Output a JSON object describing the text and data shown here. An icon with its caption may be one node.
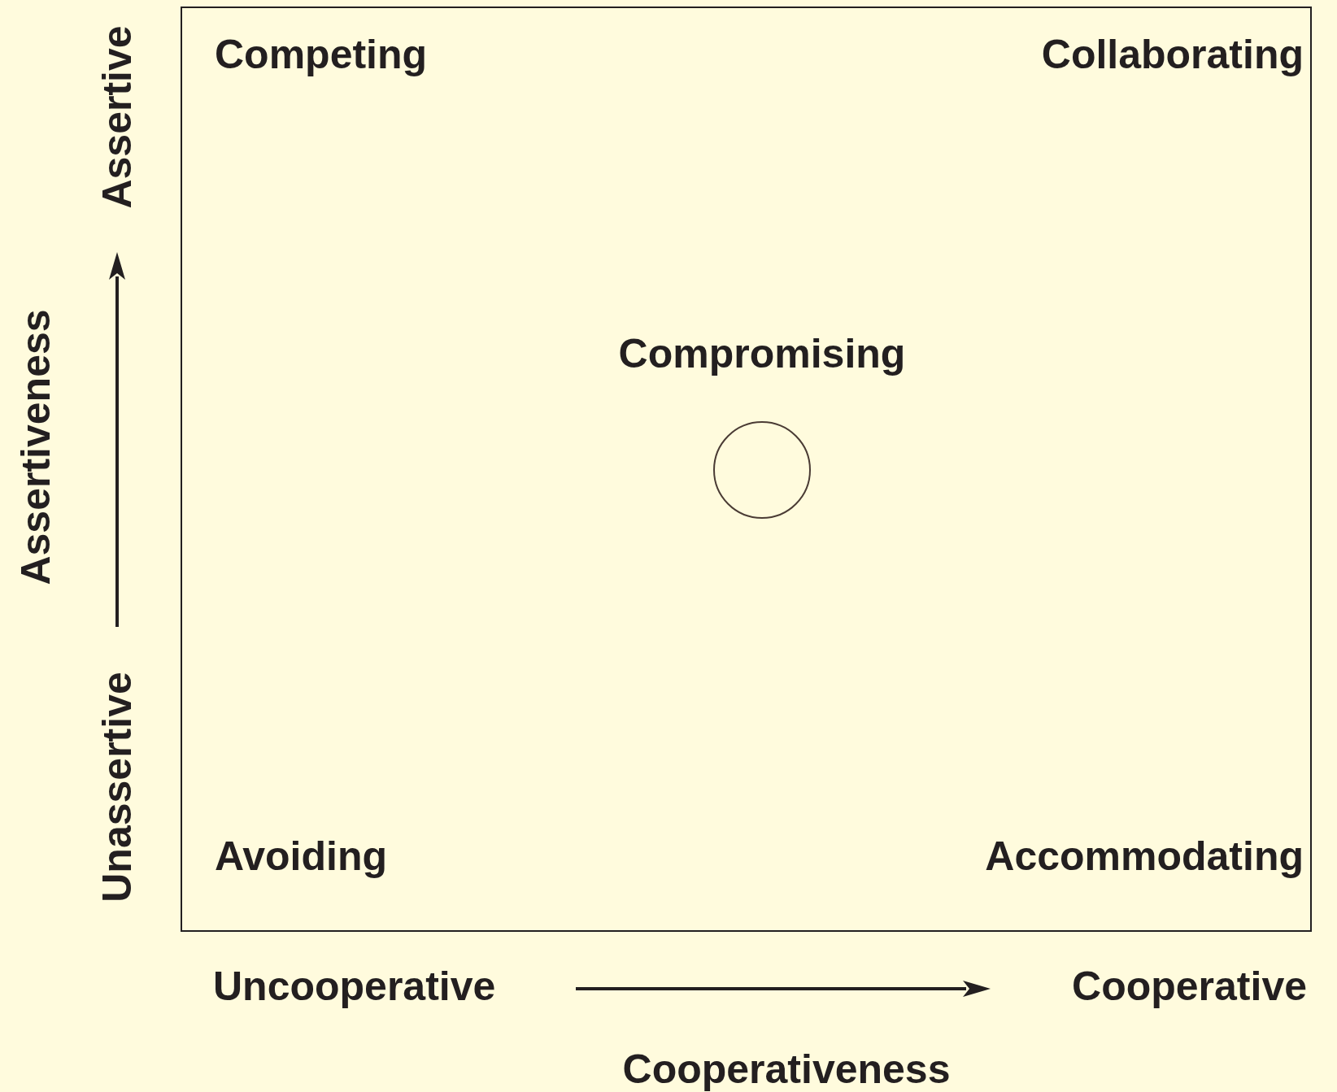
{
  "diagram": {
    "nodes": [
      {
        "text": [
          "Competing",
          "Collaborating",
          "Compromising",
          "Avoiding",
          "Accommodating"
        ]
      },
      {
        "text": [],
        "shape": "circle",
        "in": 0
      }
    ],
    "labels": [
      "Assertive",
      "Assertiveness",
      "Unassertive",
      "Uncooperative",
      "Cooperative",
      "Cooperativeness"
    ]
  }
}
